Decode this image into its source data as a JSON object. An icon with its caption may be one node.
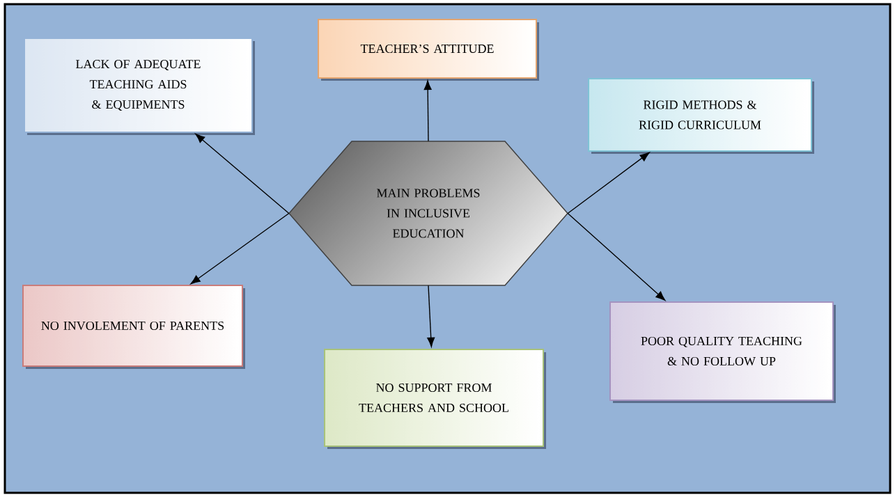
{
  "diagram": {
    "nodes": [
      {
        "text": [
          "MAIN PROBLEMS IN INCLUSIVE EDUCATION"
        ]
      },
      {
        "text": [
          "LACK OF ADEQUATE TEACHING AIDS & EQUIPMENTS"
        ]
      },
      {
        "text": [
          "TEACHER’S ATTITUDE"
        ]
      },
      {
        "text": [
          "RIGID METHODS & RIGID CURRICULUM"
        ]
      },
      {
        "text": [
          "NO INVOLEMENT OF PARENTS"
        ]
      },
      {
        "text": [
          "NO SUPPORT FROM TEACHERS AND SCHOOL"
        ]
      },
      {
        "text": [
          "POOR QUALITY TEACHING & NO FOLLOW UP"
        ]
      }
    ],
    "edges": [
      {
        "from": 0,
        "to": 1,
        "arrow": "to"
      },
      {
        "from": 0,
        "to": 2,
        "arrow": "to"
      },
      {
        "from": 0,
        "to": 3,
        "arrow": "to"
      },
      {
        "from": 0,
        "to": 4,
        "arrow": "to"
      },
      {
        "from": 0,
        "to": 5,
        "arrow": "to"
      },
      {
        "from": 0,
        "to": 6,
        "arrow": "to"
      }
    ]
  }
}
